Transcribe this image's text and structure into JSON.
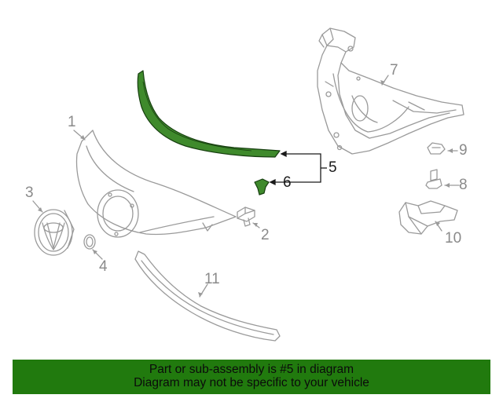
{
  "callouts": {
    "c1": "1",
    "c2": "2",
    "c3": "3",
    "c4": "4",
    "c5": "5",
    "c6": "6",
    "c7": "7",
    "c8": "8",
    "c9": "9",
    "c10": "10",
    "c11": "11"
  },
  "banner": {
    "line1": "Part or sub-assembly is #5 in diagram",
    "line2": "Diagram may not be specific to your vehicle"
  },
  "colors": {
    "highlight_fill": "#3f8a2c",
    "banner_bg": "#217a0e",
    "line_grey": "#9a9a9a"
  }
}
